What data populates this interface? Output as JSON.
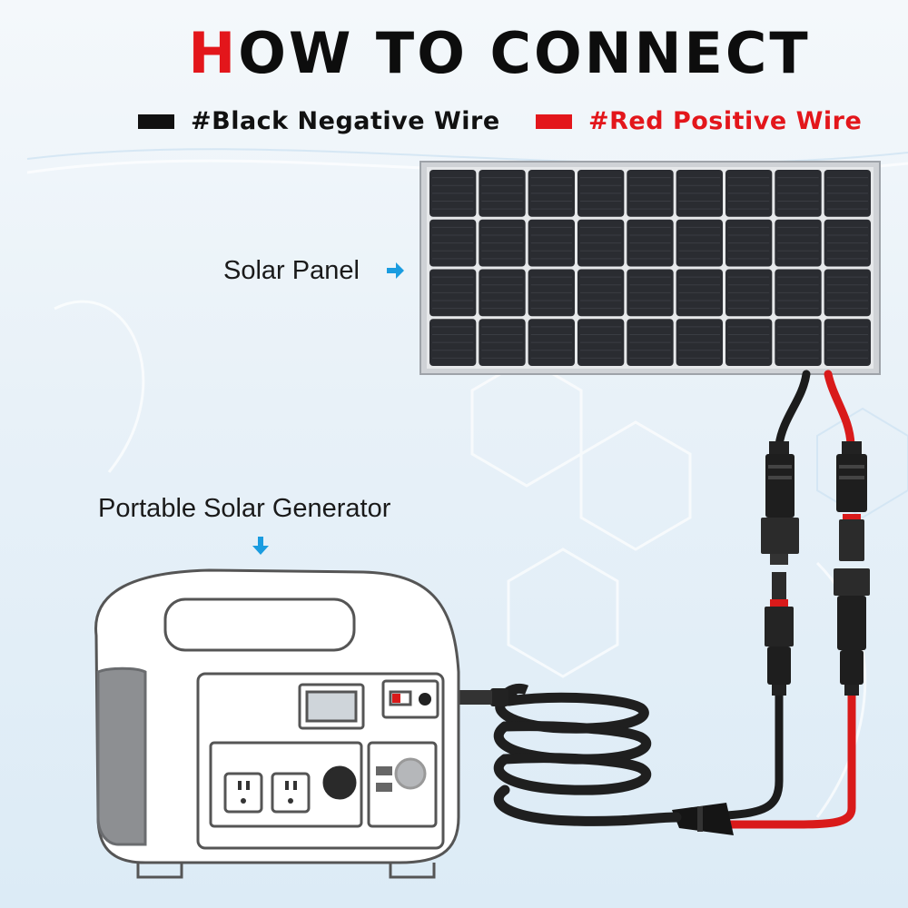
{
  "title": {
    "accent_letter": "H",
    "rest": "OW TO CONNECT"
  },
  "legend": {
    "black": {
      "label": "#Black Negative Wire",
      "color": "#111111"
    },
    "red": {
      "label": "#Red Positive Wire",
      "color": "#e3161b"
    }
  },
  "labels": {
    "solar_panel": "Solar Panel",
    "generator": "Portable Solar Generator"
  },
  "colors": {
    "arrow": "#1a9ce0",
    "wire_black": "#1c1c1c",
    "wire_red": "#d91a1a",
    "panel_cell": "#2a2c31",
    "panel_frame": "#c9ccd1"
  },
  "icons": {
    "solar_panel_arrow": "arrow-right-icon",
    "generator_arrow": "arrow-down-icon"
  }
}
